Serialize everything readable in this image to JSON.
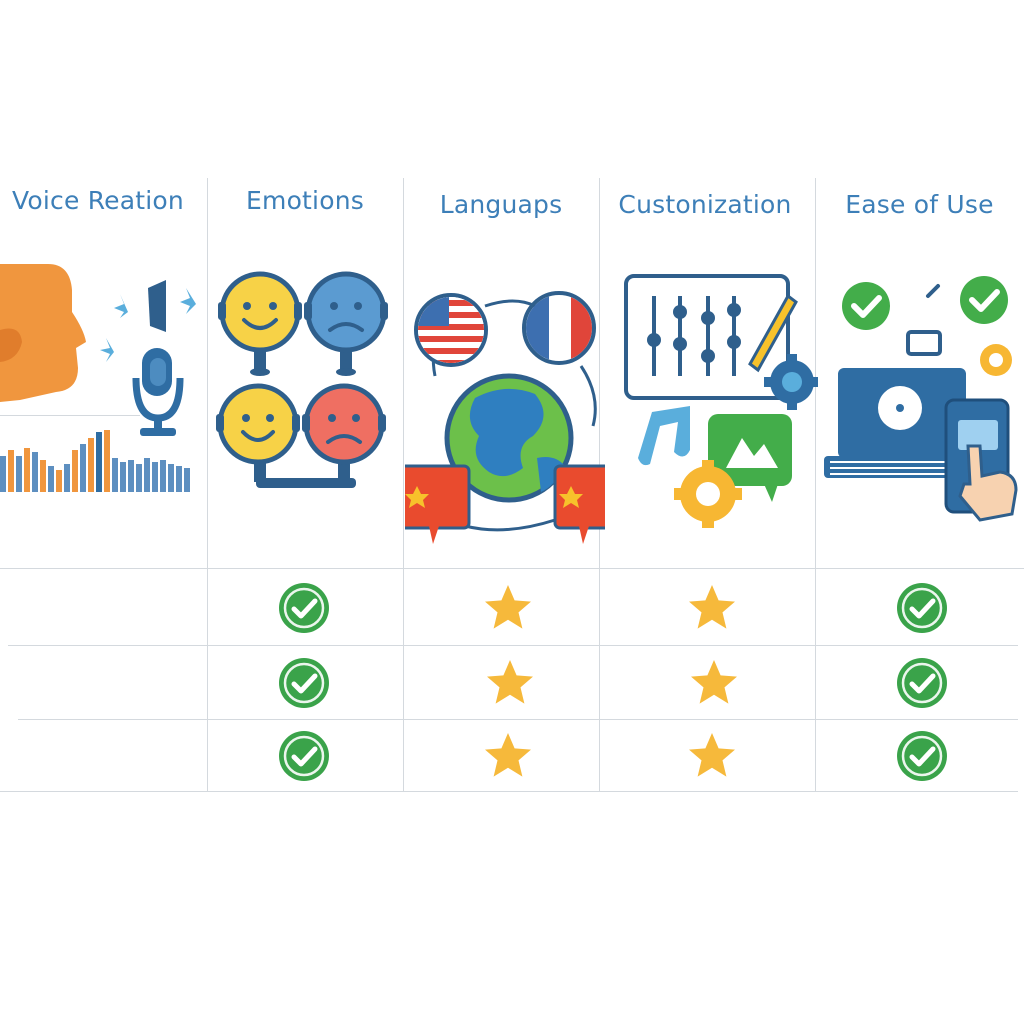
{
  "table": {
    "columns": [
      {
        "label": "Voice Reation",
        "icon": "voice-recording-illustration"
      },
      {
        "label": "Emotions",
        "icon": "emotion-faces-illustration"
      },
      {
        "label": "Languaps",
        "icon": "languages-globe-illustration"
      },
      {
        "label": "Custonization",
        "icon": "customization-sliders-illustration"
      },
      {
        "label": "Ease of Use",
        "icon": "ease-of-use-device-illustration"
      }
    ],
    "rows": [
      [
        "",
        "check",
        "star",
        "star",
        "check"
      ],
      [
        "",
        "check",
        "star",
        "star",
        "check"
      ],
      [
        "",
        "check",
        "star",
        "star",
        "check"
      ]
    ]
  },
  "colors": {
    "header_text": "#3d7fb8",
    "check_green": "#3aa34a",
    "star_yellow": "#f6b93b",
    "grid_line": "#d4d9de",
    "orange": "#f0963e",
    "blue": "#2f6da3"
  }
}
